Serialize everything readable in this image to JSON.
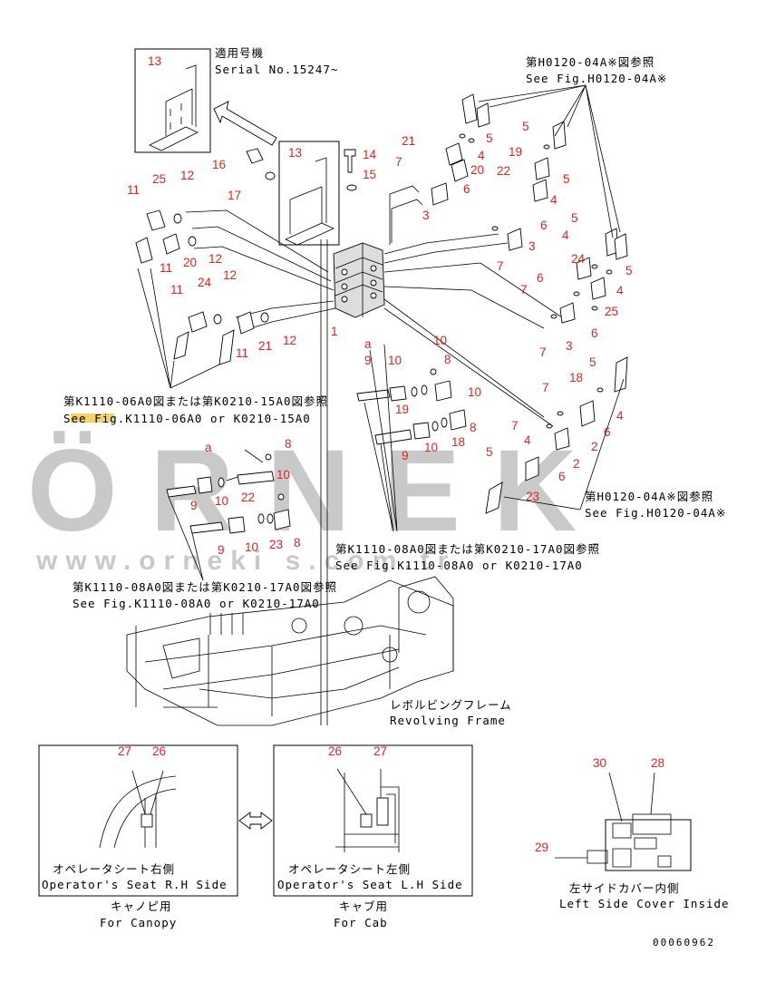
{
  "watermark": {
    "brand": "ÖRNEK",
    "url": "www.orneki s.com.tr"
  },
  "notes": {
    "serial_jp": "適用号機",
    "serial_en": "Serial No.15247~",
    "ref_h0120_top_jp": "第H0120-04A※図参照",
    "ref_h0120_top_en": "See Fig.H0120-04A※",
    "ref_k1110_06_jp": "第K1110-06A0図または第K0210-15A0図参照",
    "ref_k1110_06_en": "See Fig.K1110-06A0 or K0210-15A0",
    "ref_h0120_mid_jp": "第H0120-04A※図参照",
    "ref_h0120_mid_en": "See Fig.H0120-04A※",
    "ref_k1110_08_center_jp": "第K1110-08A0図または第K0210-17A0図参照",
    "ref_k1110_08_center_en": "See Fig.K1110-08A0 or K0210-17A0",
    "ref_k1110_08_left_jp": "第K1110-08A0図または第K0210-17A0図参照",
    "ref_k1110_08_left_en": "See Fig.K1110-08A0 or K0210-17A0",
    "frame_jp": "レボルビングフレーム",
    "frame_en": "Revolving Frame",
    "seat_rh_jp": "オペレータシート右側",
    "seat_rh_en": "Operator's Seat R.H Side",
    "canopy_jp": "キャノピ用",
    "canopy_en": "For Canopy",
    "seat_lh_jp": "オペレータシート左側",
    "seat_lh_en": "Operator's Seat L.H Side",
    "cab_jp": "キャブ用",
    "cab_en": "For Cab",
    "cover_jp": "左サイドカバー内側",
    "cover_en": "Left Side Cover Inside",
    "letter_a": "a",
    "drawing_code": "00060962"
  },
  "part_numbers": {
    "p1": "1",
    "p2": "2",
    "p3": "3",
    "p4": "4",
    "p5": "5",
    "p6": "6",
    "p7": "7",
    "p8": "8",
    "p9": "9",
    "p10": "10",
    "p11": "11",
    "p12": "12",
    "p13": "13",
    "p14": "14",
    "p15": "15",
    "p16": "16",
    "p17": "17",
    "p18": "18",
    "p19": "19",
    "p20": "20",
    "p21": "21",
    "p22": "22",
    "p23": "23",
    "p24": "24",
    "p25": "25",
    "p26": "26",
    "p27": "27",
    "p28": "28",
    "p29": "29",
    "p30": "30"
  },
  "colors": {
    "callout": "#d8251f",
    "ink": "#000000",
    "watermark": "#c9c9c9"
  }
}
